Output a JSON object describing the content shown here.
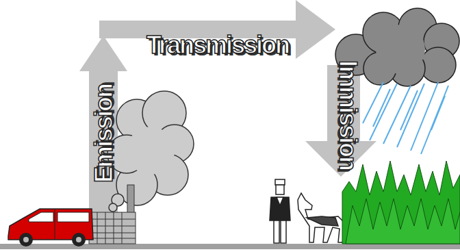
{
  "diagram": {
    "labels": [
      "Emission",
      "Transmission",
      "Immission"
    ]
  }
}
